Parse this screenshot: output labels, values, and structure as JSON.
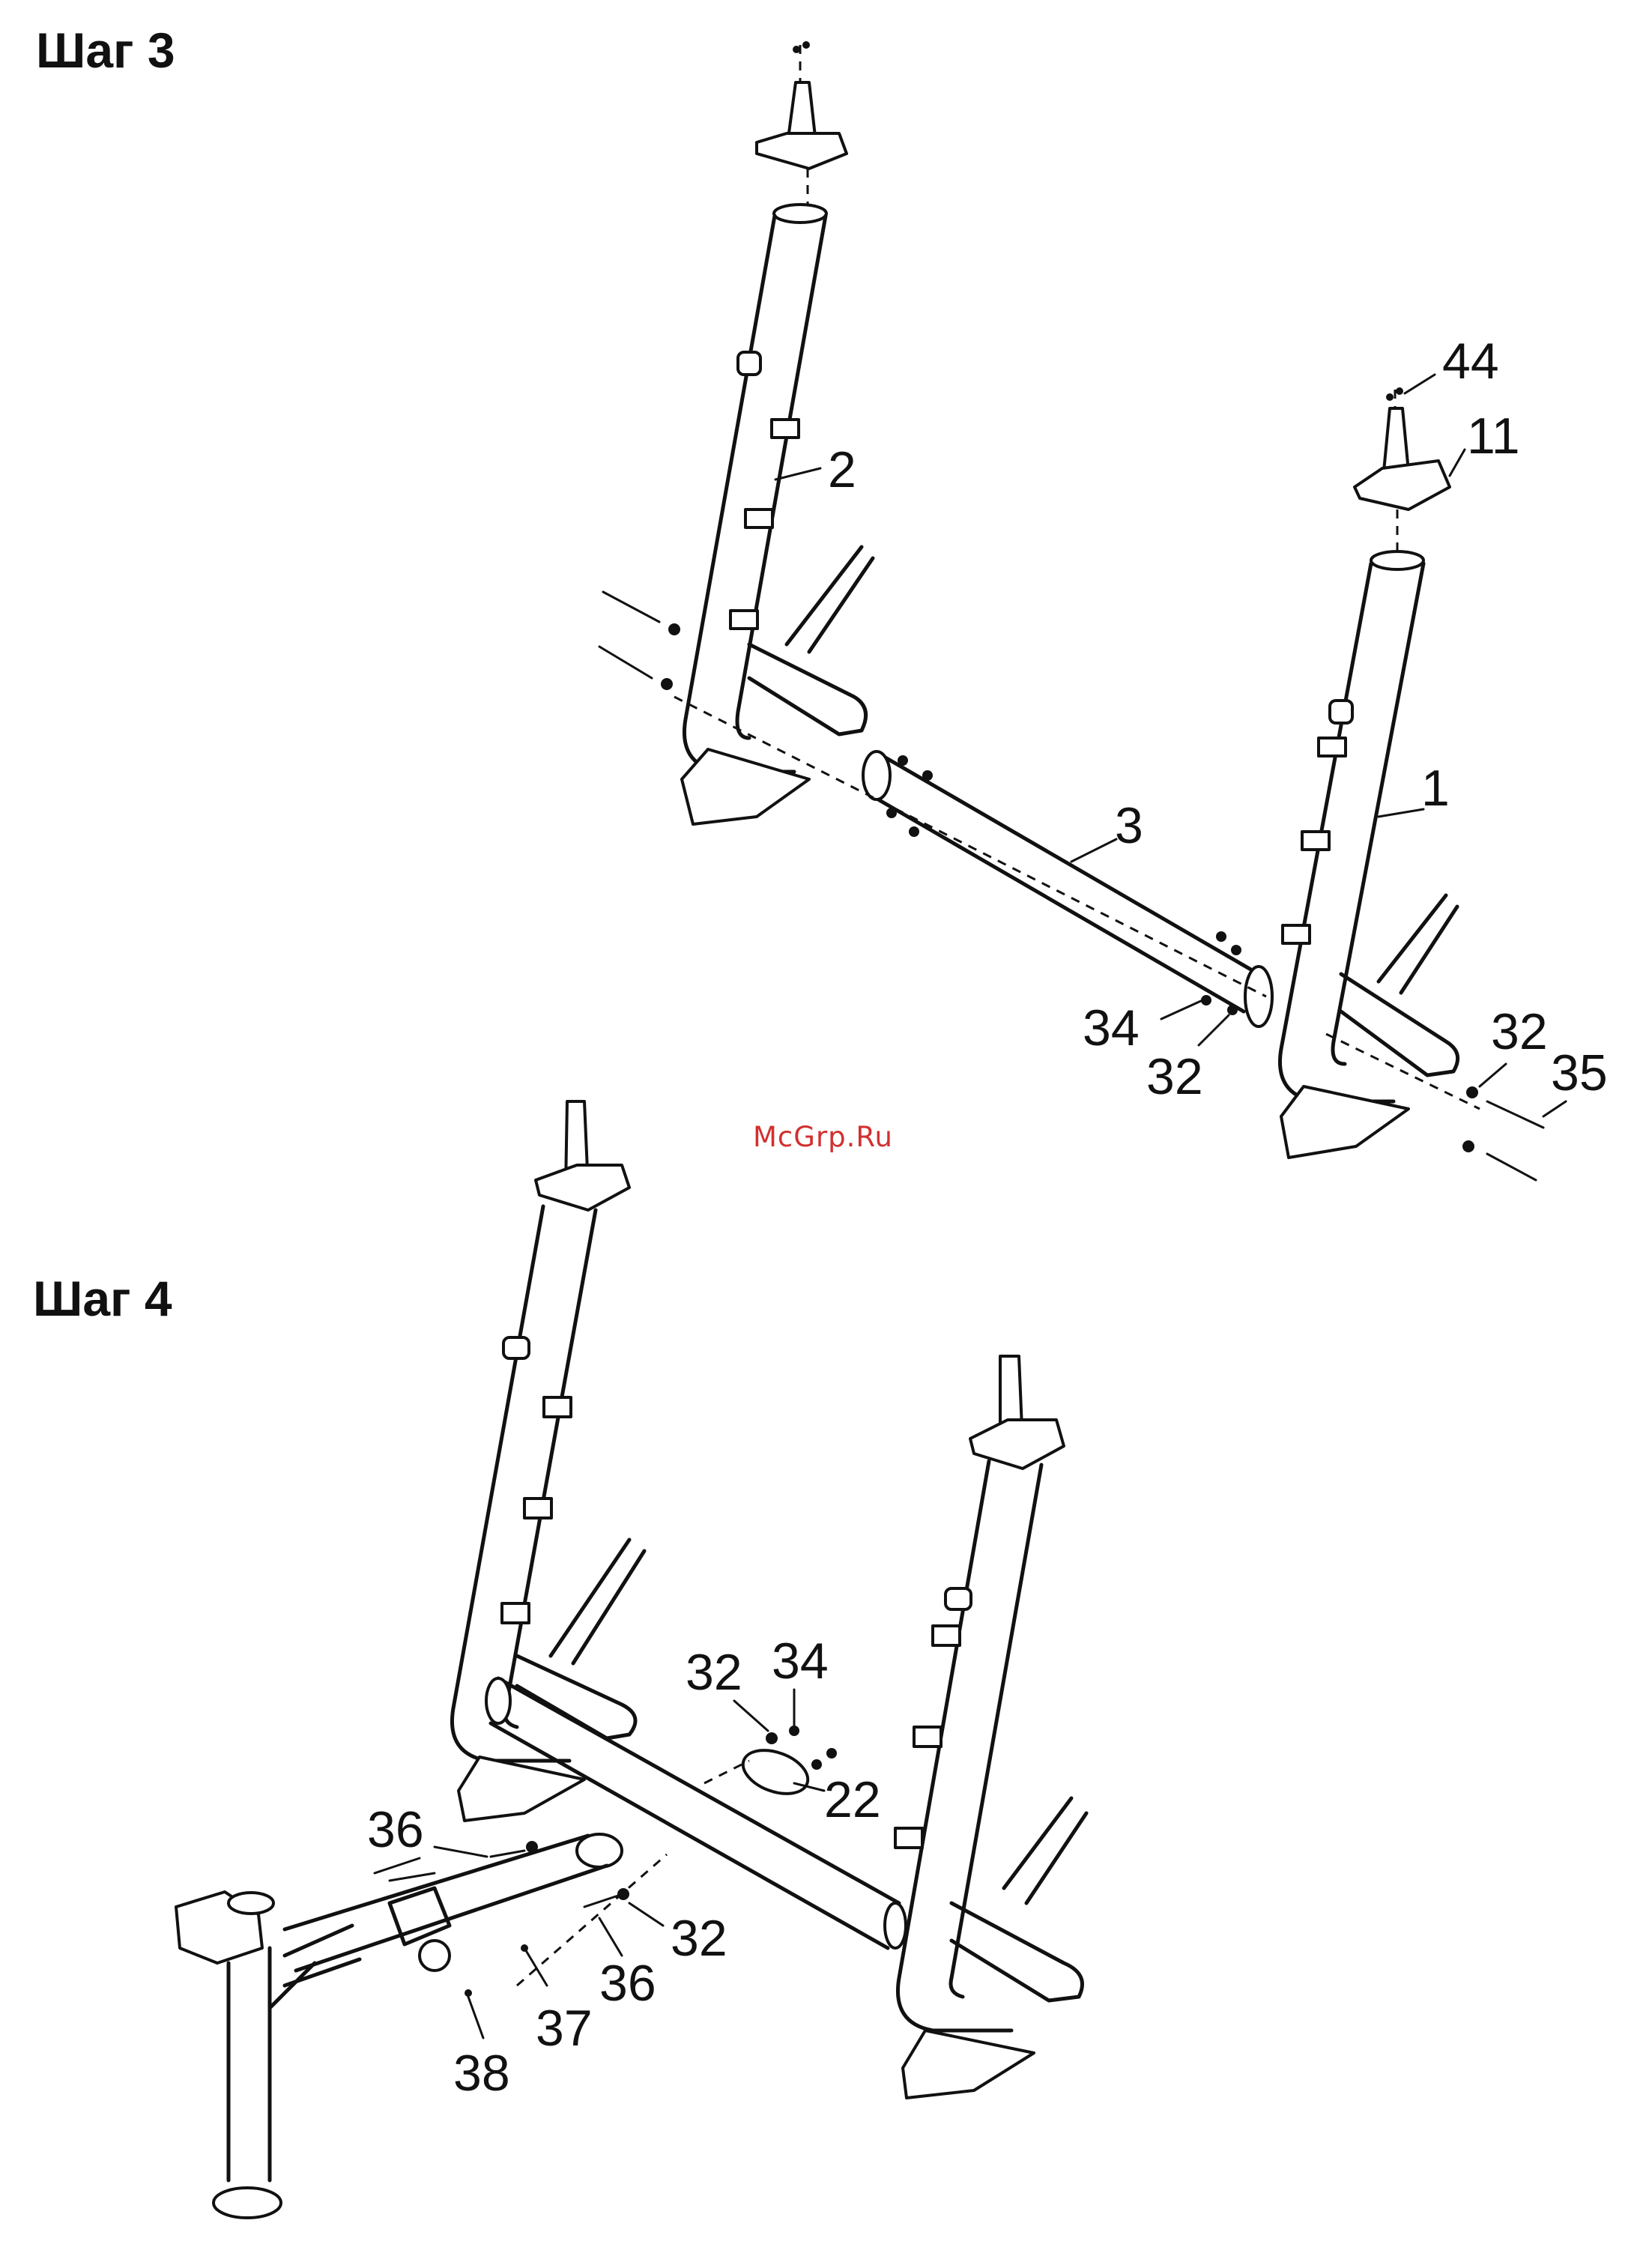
{
  "steps": [
    {
      "title": "Шаг 3",
      "callouts": [
        "44",
        "11",
        "2",
        "1",
        "3",
        "34",
        "32",
        "32",
        "35"
      ]
    },
    {
      "title": "Шаг 4",
      "callouts": [
        "32",
        "34",
        "22",
        "36",
        "32",
        "36",
        "37",
        "38"
      ]
    }
  ],
  "watermark": {
    "text": "McGrp.Ru",
    "color": "#d22f2f"
  }
}
